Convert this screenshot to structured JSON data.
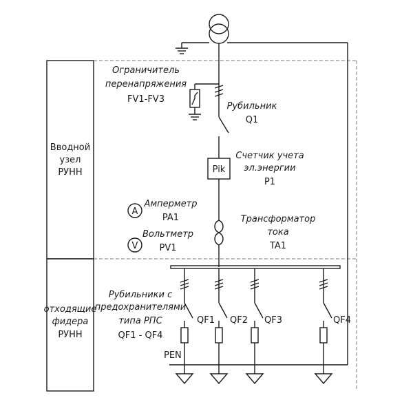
{
  "diagram": {
    "left_panel": {
      "top_label": [
        "Вводной",
        "узел",
        "РУНН"
      ],
      "bottom_label": [
        "отходящие",
        "фидера",
        "РУНН"
      ]
    },
    "labels": {
      "limiter": [
        "Ограничитель",
        "перенапряжения",
        "FV1-FV3"
      ],
      "breaker": [
        "Рубильник",
        "Q1"
      ],
      "meter": [
        "Счетчик учета",
        "эл.энергии",
        "P1"
      ],
      "meter_symbol": "Pik",
      "ammeter": [
        "Амперметр",
        "PA1"
      ],
      "ammeter_symbol": "A",
      "voltmeter": [
        "Вольтметр",
        "PV1"
      ],
      "voltmeter_symbol": "V",
      "ct": [
        "Трансформатор",
        "тока",
        "TA1"
      ],
      "feeders": [
        "Рубильники с",
        "предохранителями",
        "типа РПС",
        "QF1 - QF4"
      ],
      "pen": "PEN",
      "qf": [
        "QF1",
        "QF2",
        "QF3",
        "QF4"
      ]
    }
  }
}
